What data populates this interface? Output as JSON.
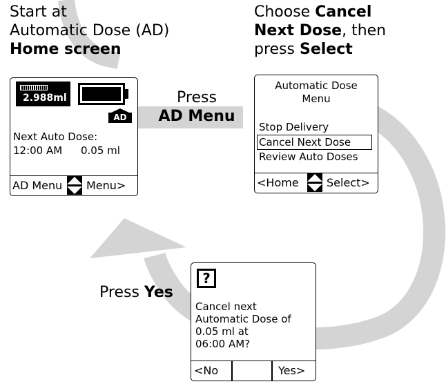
{
  "colors": {
    "arrow": "#d4d4d4",
    "screen_border": "#000000",
    "text": "#000000"
  },
  "captions": {
    "start": {
      "line1": "Start at",
      "line2": "Automatic Dose (AD)",
      "line3_bold": "Home screen"
    },
    "choose": {
      "pre": "Choose ",
      "bold1": "Cancel",
      "bold2": "Next Dose",
      "mid": ", then",
      "pre2": "press ",
      "bold3": "Select"
    },
    "press_ad": {
      "line1": "Press",
      "line2_bold": "AD Menu"
    },
    "press_yes": {
      "pre": "Press ",
      "bold": "Yes"
    }
  },
  "home_screen": {
    "reservoir_volume": "2.988ml",
    "ad_badge": "AD",
    "next_dose_label": "Next Auto Dose:",
    "next_dose_time": "12:00 AM",
    "next_dose_amount": "0.05 ml",
    "left_softkey": "AD Menu",
    "right_softkey": "Menu>"
  },
  "menu_screen": {
    "title_line1": "Automatic Dose",
    "title_line2": "Menu",
    "items": [
      "Stop Delivery",
      "Cancel Next Dose",
      "Review Auto Doses"
    ],
    "selected_index": 1,
    "left_softkey": "<Home",
    "right_softkey": "Select>"
  },
  "confirm_screen": {
    "icon": "?",
    "message_lines": [
      "Cancel next",
      "Automatic Dose of",
      "0.05 ml at",
      "06:00 AM?"
    ],
    "left_softkey": "<No",
    "right_softkey": "Yes>"
  }
}
